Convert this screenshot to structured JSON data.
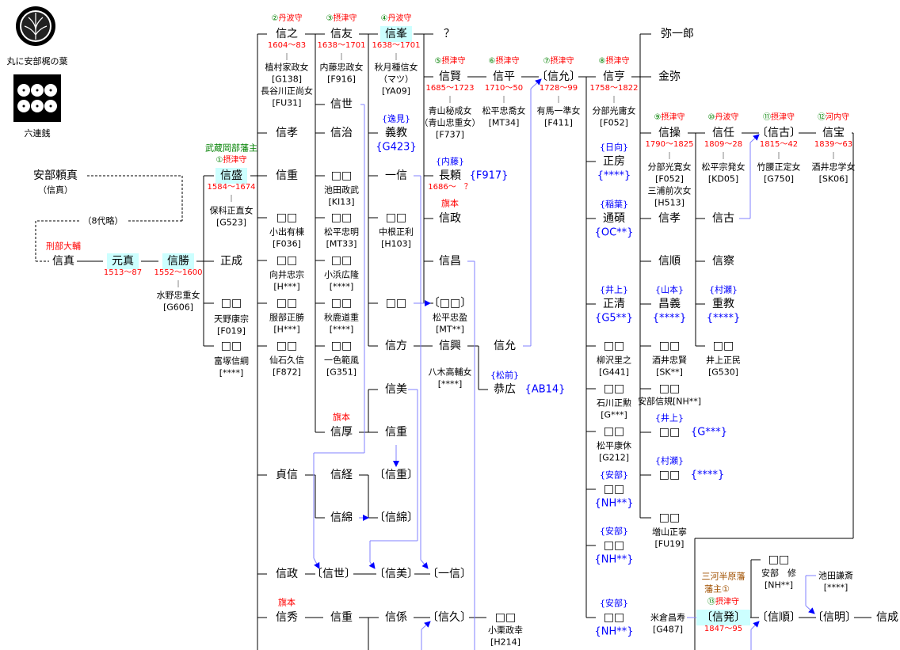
{
  "crests": [
    {
      "caption": "丸に安部梶の葉",
      "icon": "kaji-leaf-crest"
    },
    {
      "caption": "六連銭",
      "icon": "six-coins-crest"
    }
  ],
  "omitted_label": "（8代略）",
  "colors": {
    "rank_number": "#008000",
    "rank_title": "#ff0000",
    "clan": "#0000ff",
    "highlight": "#ccffff",
    "adoption_line": "#8080ff",
    "title_han": "#008000",
    "title_hatamoto": "#ff0000",
    "title_mikawa": "#a05000"
  },
  "nodes": {
    "yorizane": {
      "name": "安部頼真",
      "sub": [
        "（信真）"
      ]
    },
    "nobuzane": {
      "name": "信真",
      "title": "刑部大輔"
    },
    "motozane": {
      "name": "元真",
      "years": "1513〜87"
    },
    "nobukatsu": {
      "name": "信勝",
      "years": "1552〜1600",
      "sub": [
        "水野忠重女",
        "[G606]"
      ]
    },
    "nobumori": {
      "name": "信盛",
      "title": "武蔵岡部藩主",
      "rank": [
        "①",
        "摂津守"
      ],
      "years": "1584〜1674",
      "sub": [
        "保科正直女",
        "[G523]"
      ]
    },
    "masanari": {
      "name": "正成"
    },
    "b1": {
      "name": "□□",
      "sub": [
        "天野康宗",
        "[F019]"
      ]
    },
    "b2": {
      "name": "□□",
      "sub": [
        "富塚信綱",
        "[****]"
      ]
    },
    "nobuyuki": {
      "name": "信之",
      "rank": [
        "②",
        "丹波守"
      ],
      "years": "1604〜83",
      "sub": [
        "植村家政女",
        "[G138]",
        "長谷川正尚女",
        "[FU31]"
      ]
    },
    "nobutaka1": {
      "name": "信孝"
    },
    "nobushige1": {
      "name": "信重"
    },
    "c1": {
      "name": "□□",
      "sub": [
        "小出有棟",
        "[F036]"
      ]
    },
    "c2": {
      "name": "□□",
      "sub": [
        "向井忠宗",
        "[H***]"
      ]
    },
    "c3": {
      "name": "□□",
      "sub": [
        "服部正勝",
        "[H***]"
      ]
    },
    "c4": {
      "name": "□□",
      "sub": [
        "仙石久信",
        "[F872]"
      ]
    },
    "sadanobu": {
      "name": "貞信"
    },
    "nobumasa2": {
      "name": "信政"
    },
    "nobuhide": {
      "name": "信秀",
      "title": "旗本"
    },
    "nobutomo": {
      "name": "信友",
      "rank": [
        "③",
        "摂津守"
      ],
      "years": "1638〜1701",
      "sub": [
        "内藤忠政女",
        "[F916]"
      ]
    },
    "nobuyo": {
      "name": "信世"
    },
    "nobuharu": {
      "name": "信治"
    },
    "d1": {
      "name": "□□",
      "sub": [
        "池田政武",
        "[KI13]"
      ]
    },
    "d2": {
      "name": "□□",
      "sub": [
        "松平忠明",
        "[MT33]"
      ]
    },
    "d3": {
      "name": "□□",
      "sub": [
        "小浜広隆",
        "[****]"
      ]
    },
    "d4": {
      "name": "□□",
      "sub": [
        "秋鹿道重",
        "[****]"
      ]
    },
    "d5": {
      "name": "□□",
      "sub": [
        "一色範風",
        "[G351]"
      ]
    },
    "nobuatsu": {
      "name": "信厚",
      "title": "旗本"
    },
    "nobutsune": {
      "name": "信経"
    },
    "nobuwata": {
      "name": "信綿"
    },
    "nobuyo2": {
      "name": "〔信世〕"
    },
    "nobushige3": {
      "name": "信重"
    },
    "nobumine": {
      "name": "信峯",
      "rank": [
        "④",
        "丹波守"
      ],
      "years": "1638〜1701",
      "sub": [
        "秋月種信女",
        "（マツ）",
        "[YA09]"
      ]
    },
    "yoshinori": {
      "name": "義教",
      "clan": "{逸見}",
      "code_below": "{G423}"
    },
    "kazunobu": {
      "name": "一信"
    },
    "e1": {
      "name": "□□",
      "sub": [
        "中根正利",
        "[H103]"
      ]
    },
    "e2": {
      "name": "□□"
    },
    "nobukata": {
      "name": "信方"
    },
    "nobuyoshi": {
      "name": "信美"
    },
    "nobushige2": {
      "name": "信重"
    },
    "nobushige4": {
      "name": "〔信重〕"
    },
    "nobuwata2": {
      "name": "〔信綿〕"
    },
    "nobuyoshi2": {
      "name": "〔信美〕"
    },
    "nobukake": {
      "name": "信係"
    },
    "unknown": {
      "name": "？"
    },
    "nobukata2": {
      "name": "信賢",
      "rank": [
        "⑤",
        "摂津守"
      ],
      "years": "1685〜1723",
      "sub": [
        "青山秘成女",
        "（青山忠重女）",
        "[F737]"
      ]
    },
    "nagayori": {
      "name": "長頼",
      "clan": "{内藤}",
      "code_side": "{F917}",
      "years": "1686〜　？"
    },
    "nobumasa": {
      "name": "信政",
      "title": "旗本"
    },
    "nobumasa3": {
      "name": "信昌"
    },
    "f1": {
      "name": "〔□□〕",
      "sub": [
        "松平忠盈",
        "[MT**]"
      ]
    },
    "nobuoki": {
      "name": "信興",
      "sub": [
        "八木高輔女",
        "[****]"
      ]
    },
    "kazunobu2": {
      "name": "〔一信〕"
    },
    "nobuhisa": {
      "name": "〔信久〕"
    },
    "nobuhira": {
      "name": "信平",
      "rank": [
        "⑥",
        "摂津守"
      ],
      "years": "1710〜50",
      "sub": [
        "松平忠喬女",
        "[MT34]"
      ]
    },
    "nobuchika2": {
      "name": "信允"
    },
    "yasuhiro": {
      "name": "恭広",
      "clan": "{松前}",
      "code_side": "{AB14}"
    },
    "g1": {
      "name": "□□",
      "sub": [
        "小栗政幸",
        "[H214]"
      ]
    },
    "nobuchika": {
      "name": "〔信允〕",
      "rank": [
        "⑦",
        "摂津守"
      ],
      "years": "1728〜99",
      "sub": [
        "有馬一準女",
        "[F411]"
      ]
    },
    "nobuyuki2": {
      "name": "信亨",
      "rank": [
        "⑧",
        "摂津守"
      ],
      "years": "1758〜1822",
      "sub": [
        "分部光庸女",
        "[F052]"
      ]
    },
    "masafusa": {
      "name": "正房",
      "clan": "{日向}",
      "code_below": "{****}"
    },
    "michihiro": {
      "name": "通碩",
      "clan": "{稲葉}",
      "code_below": "{OC**}"
    },
    "masakiyo": {
      "name": "正清",
      "clan": "{井上}",
      "code_below": "{G5**}"
    },
    "h1": {
      "name": "□□",
      "sub": [
        "柳沢里之",
        "[G441]"
      ]
    },
    "h2": {
      "name": "□□",
      "sub": [
        "石川正勲",
        "[G***]"
      ]
    },
    "h3": {
      "name": "□□",
      "sub": [
        "松平康休",
        "[G212]"
      ]
    },
    "h4": {
      "name": "□□",
      "clan": "{安部}",
      "code_below": "{NH**}"
    },
    "h5": {
      "name": "□□",
      "clan": "{安部}",
      "code_below": "{NH**}"
    },
    "h6": {
      "name": "□□",
      "clan": "{安部}",
      "code_below": "{NH**}"
    },
    "yaichiro": {
      "name": "弥一郎"
    },
    "kinya": {
      "name": "金弥"
    },
    "nobumochi": {
      "name": "信操",
      "rank": [
        "⑨",
        "摂津守"
      ],
      "years": "1790〜1825",
      "sub": [
        "分部光寛女",
        "[F052]",
        "三浦前次女",
        "[H513]"
      ]
    },
    "nobutaka2": {
      "name": "信孝"
    },
    "nobuyori": {
      "name": "信順"
    },
    "masayoshi": {
      "name": "昌義",
      "clan": "{山本}",
      "code_below": "{****}"
    },
    "i1": {
      "name": "□□",
      "sub": [
        "酒井忠賢",
        "[SK**]"
      ]
    },
    "i2": {
      "name": "□□",
      "sub": [
        "安部信規[NH**]"
      ]
    },
    "i3": {
      "name": "□□",
      "clan": "{井上}",
      "code_side": "{G***}"
    },
    "i4": {
      "name": "□□",
      "clan": "{村瀬}",
      "code_side": "{****}"
    },
    "i5": {
      "name": "□□",
      "sub": [
        "増山正寧",
        "[FU19]"
      ]
    },
    "yonekura": {
      "sub": [
        "米倉昌寿",
        "[G487]"
      ]
    },
    "nobutada": {
      "name": "信任",
      "rank": [
        "⑩",
        "丹波守"
      ],
      "years": "1809〜28",
      "sub": [
        "松平宗発女",
        "[KD05]"
      ]
    },
    "nobufuru2": {
      "name": "信古"
    },
    "nobuaki": {
      "name": "信察"
    },
    "shigenori": {
      "name": "重教",
      "clan": "{村瀬}",
      "code_below": "{****}"
    },
    "j1": {
      "name": "□□",
      "sub": [
        "井上正民",
        "[G530]"
      ]
    },
    "nobufuru": {
      "name": "〔信古〕",
      "rank": [
        "⑪",
        "摂津守"
      ],
      "years": "1815〜42",
      "sub": [
        "竹腰正定女",
        "[G750]"
      ]
    },
    "nobutomi": {
      "name": "信宝",
      "rank": [
        "⑫",
        "河内守"
      ],
      "years": "1839〜63",
      "sub": [
        "酒井忠学女",
        "[SK06]"
      ]
    },
    "nobuoki2": {
      "name": "〔信発〕",
      "title": "三河半原藩",
      "title2": "藩主①",
      "rank": [
        "⑬",
        "摂津守"
      ],
      "years": "1847〜95"
    },
    "k1": {
      "name": "□□",
      "sub": [
        "安部　修",
        "[NH**]"
      ]
    },
    "ikeda": {
      "sub": [
        "池田謙斎",
        "[****]"
      ]
    },
    "nobuyori2": {
      "name": "〔信順〕"
    },
    "nobuaki2": {
      "name": "〔信明〕"
    },
    "nobushige5": {
      "name": "信成"
    }
  }
}
